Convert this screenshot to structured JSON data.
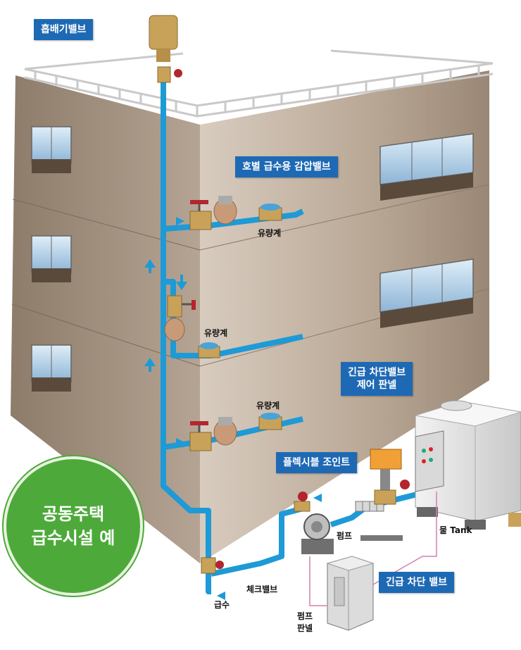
{
  "callouts": {
    "air_vent_valve": "흡배기밸브",
    "pressure_reducing_valve": "호별 급수용 감압밸브",
    "emergency_panel_line1": "긴급 차단밸브",
    "emergency_panel_line2": "제어 판넬",
    "flexible_joint": "플렉시블 조인트",
    "emergency_shutoff": "긴급 차단 밸브"
  },
  "labels": {
    "flowmeter_top": "유량계",
    "flowmeter_mid": "유량계",
    "flowmeter_low": "유량계",
    "pump": "펌프",
    "tank": "물 Tank",
    "check_valve": "체크밸브",
    "water_supply": "급수",
    "pump_panel_line1": "펌프",
    "pump_panel_line2": "판넬"
  },
  "badge": {
    "line1": "공동주택",
    "line2": "급수시설 예"
  },
  "colors": {
    "pipe": "#1e9ad6",
    "callout_bg": "#1e69b4",
    "badge_bg": "#4ea93b",
    "wall": "#a79584",
    "valve_brass": "#c9a25a",
    "valve_handle": "#b3262e"
  }
}
